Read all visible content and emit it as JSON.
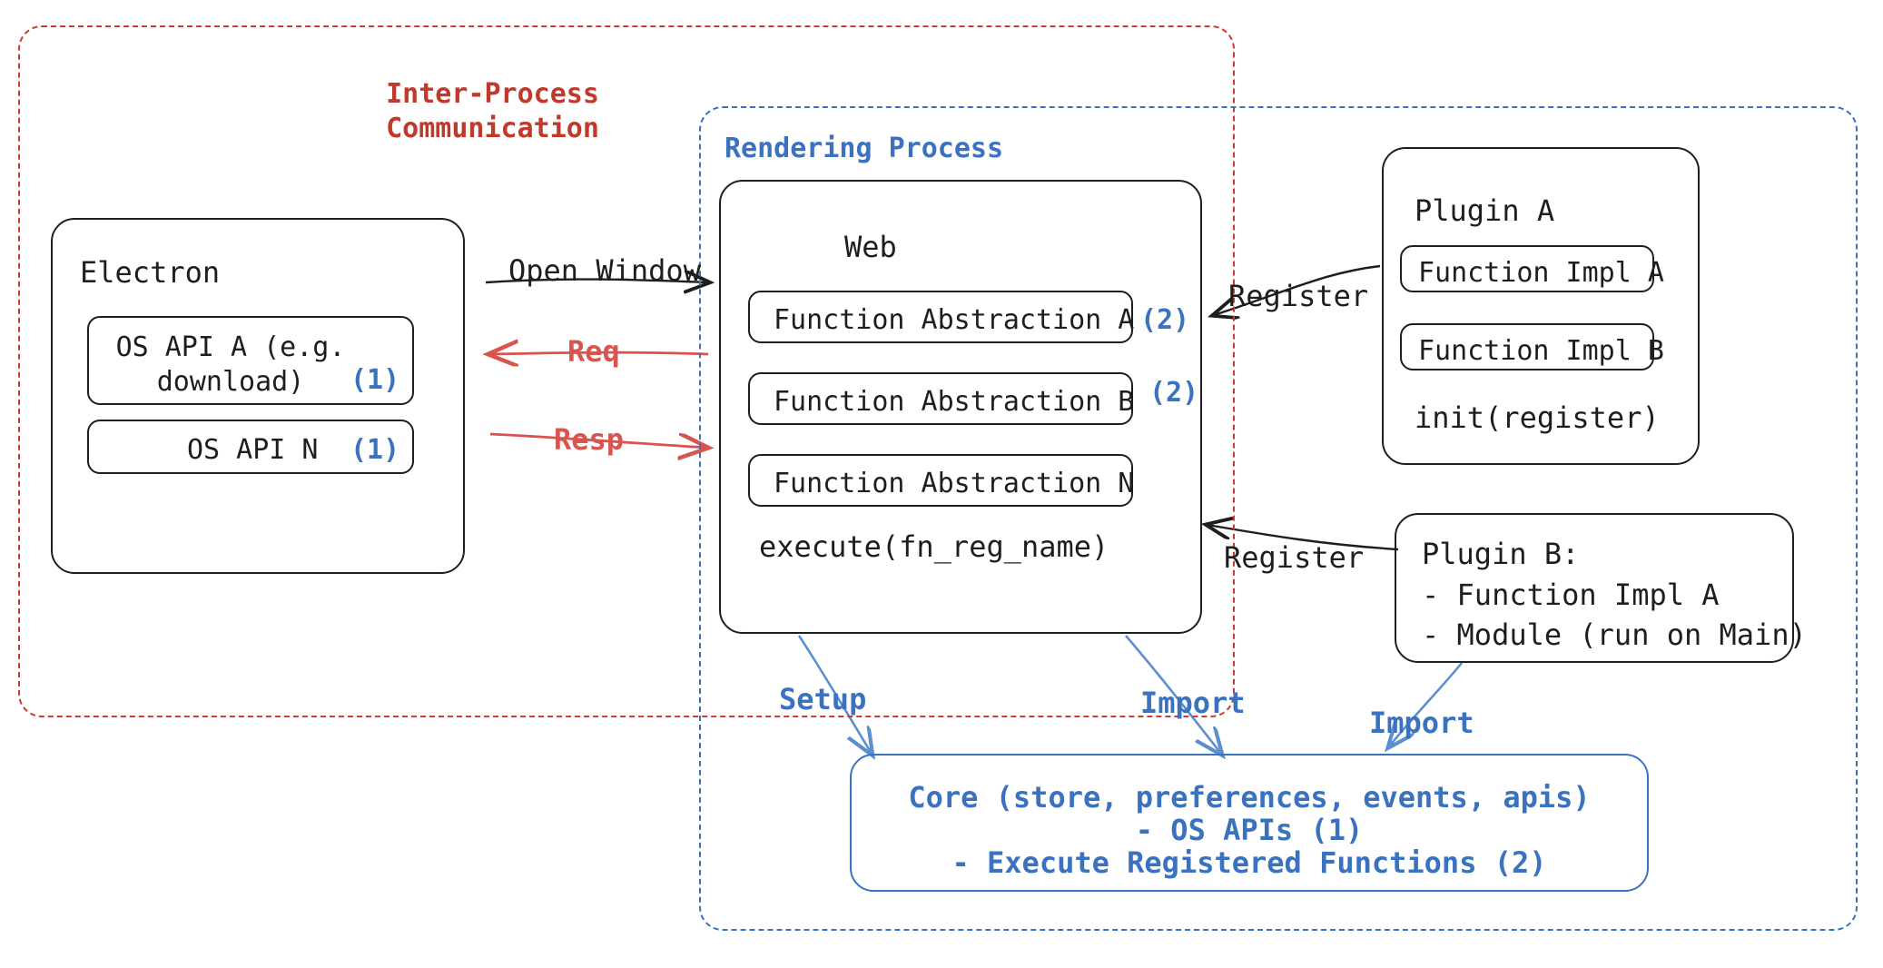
{
  "diagram": {
    "title": "Electron plugin architecture",
    "colors": {
      "red": "#c0392b",
      "blue": "#3a72c0",
      "ink": "#1e1e1e"
    },
    "groups": {
      "ipc": {
        "label": "Inter-Process\nCommunication"
      },
      "rendering": {
        "label": "Rendering Process"
      }
    },
    "electron": {
      "title": "Electron",
      "apis": [
        {
          "label": "OS API A (e.g.\ndownload)",
          "marker": "(1)"
        },
        {
          "label": "OS API N",
          "marker": "(1)"
        }
      ]
    },
    "web": {
      "title": "Web",
      "abstractions": [
        {
          "label": "Function Abstraction A",
          "marker": "(2)"
        },
        {
          "label": "Function Abstraction B",
          "marker": "(2)"
        },
        {
          "label": "Function Abstraction N",
          "marker": ""
        }
      ],
      "footer": "execute(fn_reg_name)"
    },
    "plugin_a": {
      "title": "Plugin A",
      "items": [
        "Function Impl A",
        "Function Impl B"
      ],
      "footer": "init(register)"
    },
    "plugin_b": {
      "title": "Plugin B:",
      "lines": [
        "- Function Impl A",
        "- Module (run on Main)"
      ]
    },
    "core": {
      "lines": [
        "Core (store, preferences, events, apis)",
        "- OS APIs (1)",
        "- Execute Registered Functions (2)"
      ]
    },
    "edges": {
      "open_window": "Open Window",
      "req": "Req",
      "resp": "Resp",
      "register_a": "Register",
      "register_b": "Register",
      "setup": "Setup",
      "import_web": "Import",
      "import_plugin": "Import"
    }
  }
}
